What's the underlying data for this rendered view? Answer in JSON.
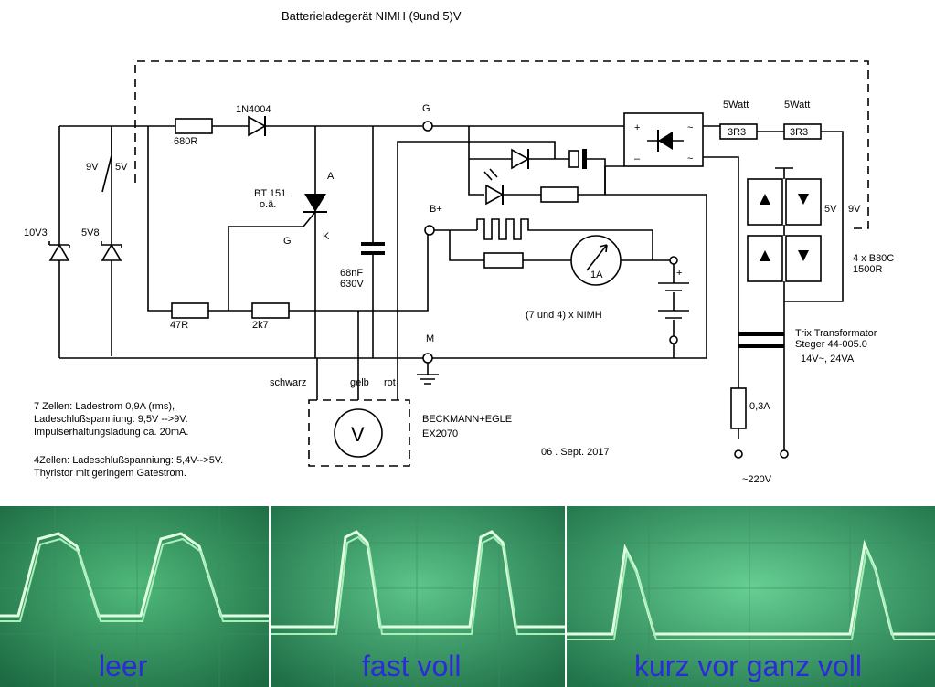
{
  "title": "Batterieladegerät NIMH (9und 5)V",
  "components": {
    "r680": "680R",
    "diode": "1N4004",
    "g_top": "G",
    "r5w_1": "5Watt",
    "r5w_2": "5Watt",
    "r3r3_1": "3R3",
    "r3r3_2": "3R3",
    "sw9v": "9V",
    "sw5v": "5V",
    "thyristor": "BT 151",
    "thyristor_sub": "o.ä.",
    "anode": "A",
    "cathode": "K",
    "gate": "G",
    "bplus": "B+",
    "z10v3": "10V3",
    "z5v8": "5V8",
    "cap": "68nF",
    "cap_v": "630V",
    "meter": "1A",
    "r47": "47R",
    "r2k7": "2k7",
    "cells": "(7  und 4) x NIMH",
    "plus": "+",
    "m": "M",
    "sel5v": "5V",
    "sel9v": "9V",
    "bridge": "4 x B80C",
    "bridge2": "1500R",
    "trafo1": "Trix Transformator",
    "trafo2": "Steger 44-005.0",
    "trafo3": "14V~, 24VA",
    "fuse": "0,3A",
    "mains": "~220V",
    "schwarz": "schwarz",
    "gelb": "gelb",
    "rot": "rot",
    "vm": "V",
    "vm_name1": "BECKMANN+EGLE",
    "vm_name2": "EX2070",
    "date": "06 . Sept. 2017",
    "note1": "7 Zellen: Ladestrom 0,9A (rms),",
    "note2": "Ladeschlußspanniung: 9,5V -->9V.",
    "note3": "Impulserhaltungsladung  ca. 20mA.",
    "note4": "4Zellen: Ladeschlußspanniung: 5,4V-->5V.",
    "note5": "Thyristor mit geringem Gatestrom."
  },
  "scopes": [
    {
      "label": "leer"
    },
    {
      "label": "fast voll"
    },
    {
      "label": "kurz vor ganz voll"
    }
  ],
  "colors": {
    "trace": "#d8ffd8",
    "screen": "#2f9a5a"
  }
}
